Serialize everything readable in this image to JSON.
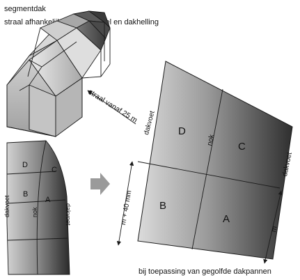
{
  "header": {
    "title": "segmentdak",
    "subtitle": "straal afhankelijk van panmodel en dakhelling"
  },
  "house": {
    "radius_label": "straal vanaf 25 m"
  },
  "small_roof": {
    "segments": [
      "D",
      "C",
      "B",
      "A"
    ],
    "left_edge_label": "dakvoet",
    "right_edge_label": "dakvoet",
    "ridge_label": "nok"
  },
  "large_roof": {
    "segments": [
      "D",
      "C",
      "B",
      "A"
    ],
    "left_edge_label": "dakvoet",
    "right_edge_label": "dakvoet",
    "ridge_label": "nok",
    "left_dimension": "m + 40 mm",
    "right_dimension": "m",
    "caption": "bij toepassing van gegolfde dakpannen"
  },
  "colors": {
    "light_panel": "#d6d6d6",
    "dark_panel": "#3c3c3c",
    "arrow": "#9a9a9a",
    "line": "#1a1a1a"
  }
}
